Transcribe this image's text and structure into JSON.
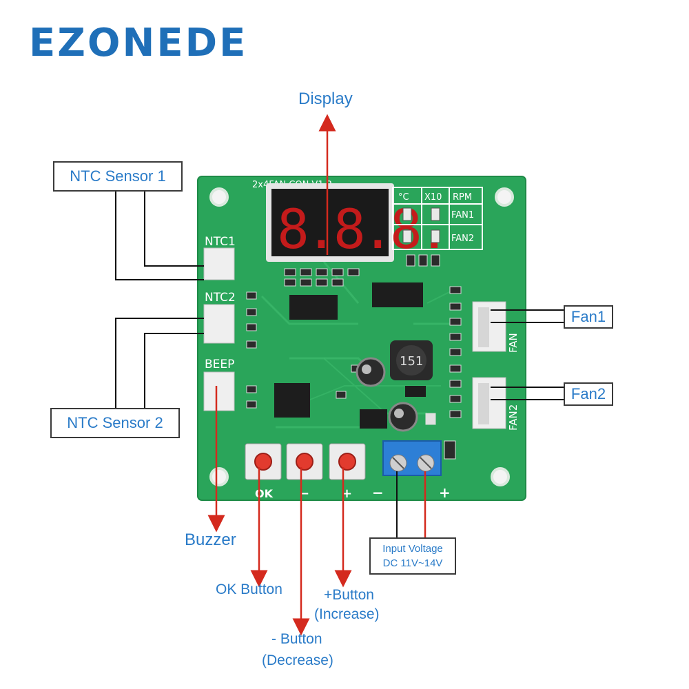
{
  "brand": "EZONEDE",
  "board": {
    "model_text": "2x4FAN CON V1.2",
    "display_digits": "8.8.8.",
    "legend": {
      "celsius": "°C",
      "x10": "X10",
      "rpm": "RPM",
      "fan1": "FAN1",
      "fan2": "FAN2"
    },
    "connectors": {
      "ntc1": "NTC1",
      "ntc2": "NTC2",
      "beep": "BEEP",
      "fan": "FAN",
      "fan2": "FAN2"
    },
    "buttons": {
      "ok": "OK",
      "minus": "−",
      "plus": "+"
    },
    "terminal": {
      "minus": "−",
      "plus": "+"
    },
    "inductor": "151"
  },
  "callouts": {
    "display": "Display",
    "ntc_sensor_1": "NTC Sensor 1",
    "ntc_sensor_2": "NTC Sensor 2",
    "fan1": "Fan1",
    "fan2": "Fan2",
    "buzzer": "Buzzer",
    "ok_button": "OK Button",
    "minus_button_1": "- Button",
    "minus_button_2": "(Decrease)",
    "plus_button_1": "+Button",
    "plus_button_2": "(Increase)",
    "input_voltage_1": "Input Voltage",
    "input_voltage_2": "DC 11V~14V"
  },
  "colors": {
    "brand": "#1f6fb8",
    "label": "#2a7bc8",
    "pcb": "#2aa55a",
    "arrow": "#d42a1e"
  }
}
